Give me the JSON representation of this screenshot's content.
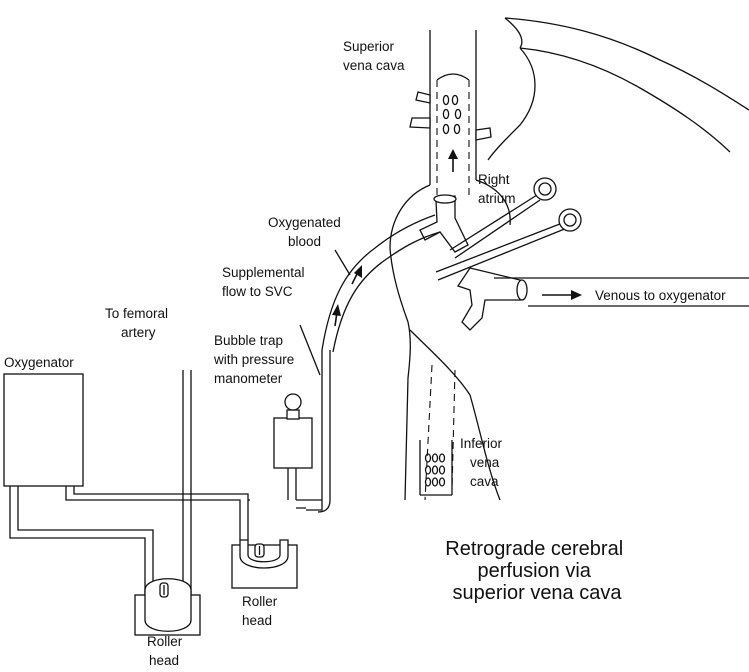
{
  "labels": {
    "superior_vena_cava": [
      "Superior",
      "vena cava"
    ],
    "right_atrium": [
      "Right",
      "atrium"
    ],
    "oxygenated_blood": [
      "Oxygenated",
      "blood"
    ],
    "supplemental_flow": [
      "Supplemental",
      "flow to SVC"
    ],
    "to_femoral_artery": [
      "To femoral",
      "artery"
    ],
    "bubble_trap": [
      "Bubble trap",
      "with pressure",
      "manometer"
    ],
    "oxygenator": "Oxygenator",
    "venous_to_oxygenator": "Venous to oxygenator",
    "inferior_vena_cava": [
      "Inferior",
      "vena",
      "cava"
    ],
    "roller_head_left": [
      "Roller",
      "head"
    ],
    "roller_head_right": [
      "Roller",
      "head"
    ]
  },
  "title": [
    "Retrograde cerebral",
    "perfusion via",
    "superior vena cava"
  ]
}
